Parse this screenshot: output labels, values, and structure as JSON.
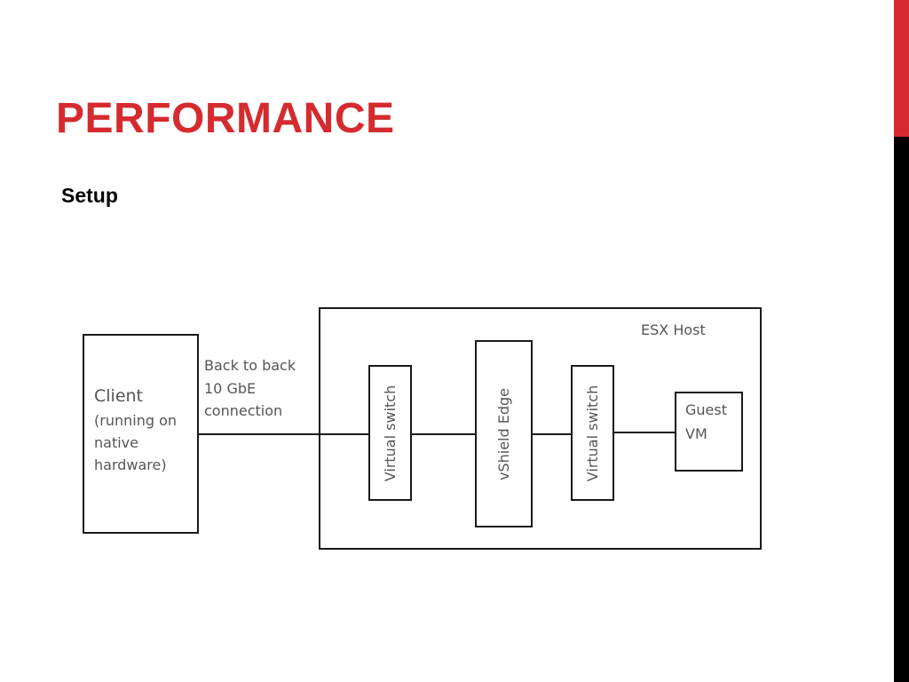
{
  "slide": {
    "title": "PERFORMANCE",
    "subtitle": "Setup"
  },
  "colors": {
    "accent_red": "#d52b2f",
    "sidebar_black": "#000000",
    "diagram_stroke": "#1a1a1a",
    "diagram_text": "#555555"
  },
  "diagram": {
    "client": {
      "title": "Client",
      "line1": "(running on",
      "line2": "native",
      "line3": "hardware)"
    },
    "link": {
      "line1": "Back to back",
      "line2": "10 GbE",
      "line3": "connection"
    },
    "host": {
      "label": "ESX Host"
    },
    "switch_1": {
      "label": "Virtual switch"
    },
    "edge": {
      "label": "vShield Edge"
    },
    "switch_2": {
      "label": "Virtual switch"
    },
    "guest": {
      "line1": "Guest",
      "line2": "VM"
    }
  }
}
